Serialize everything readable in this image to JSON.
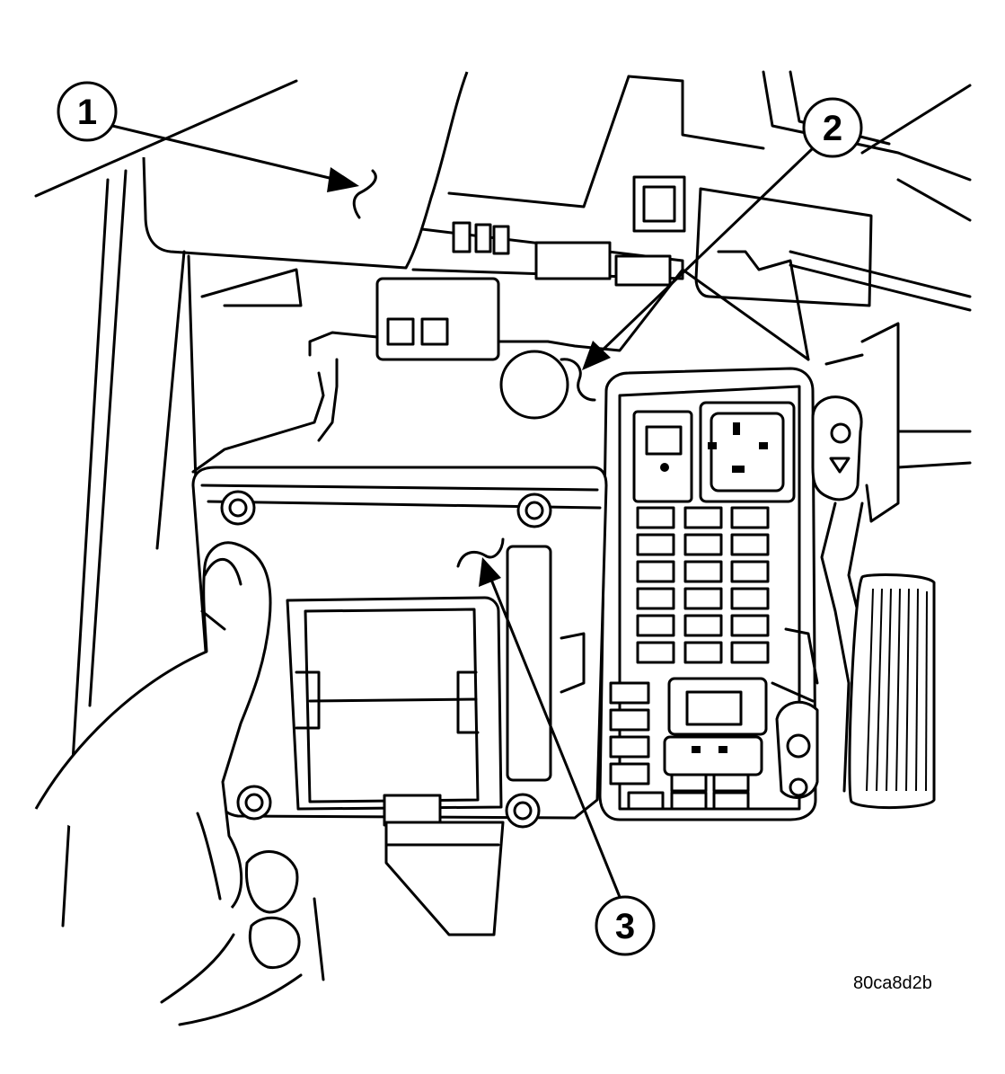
{
  "callouts": [
    {
      "number": "1"
    },
    {
      "number": "2"
    },
    {
      "number": "3"
    }
  ],
  "figure_id": "80ca8d2b"
}
